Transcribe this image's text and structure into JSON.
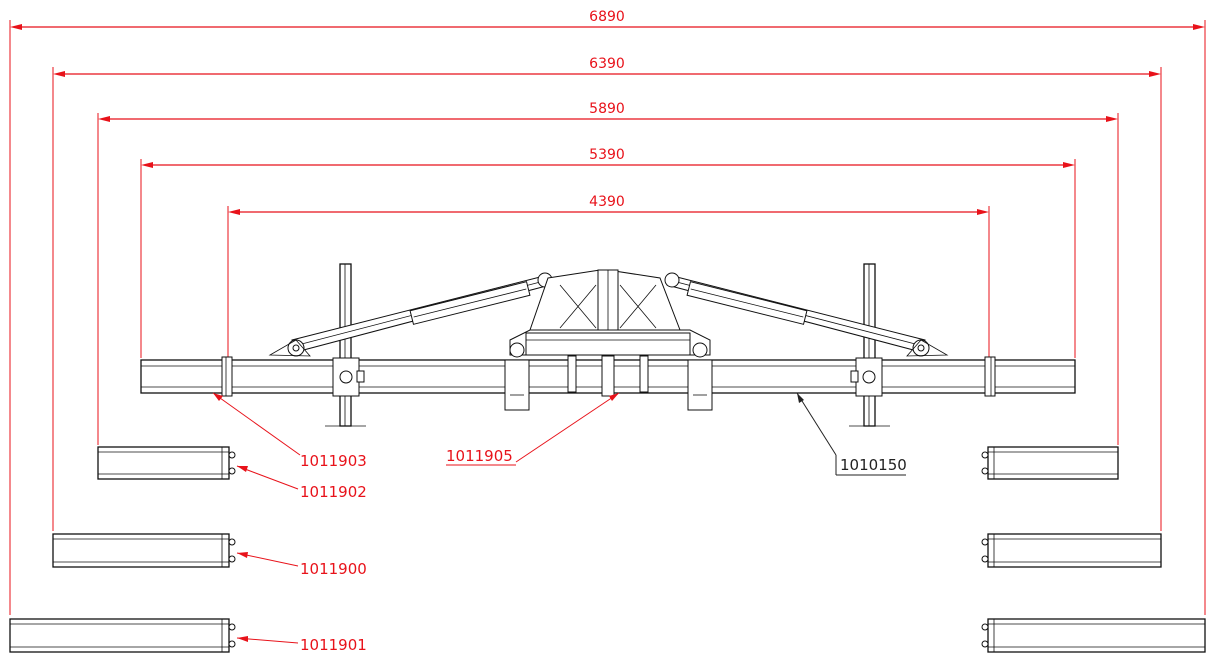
{
  "dimensions": {
    "d6890": "6890",
    "d6390": "6390",
    "d5890": "5890",
    "d5390": "5390",
    "d4390": "4390"
  },
  "callouts": {
    "c1011903": "1011903",
    "c1011905": "1011905",
    "c1010150": "1010150",
    "c1011902": "1011902",
    "c1011900": "1011900",
    "c1011901": "1011901"
  },
  "colors": {
    "dimension": "#e8121a",
    "linework": "#111111"
  }
}
